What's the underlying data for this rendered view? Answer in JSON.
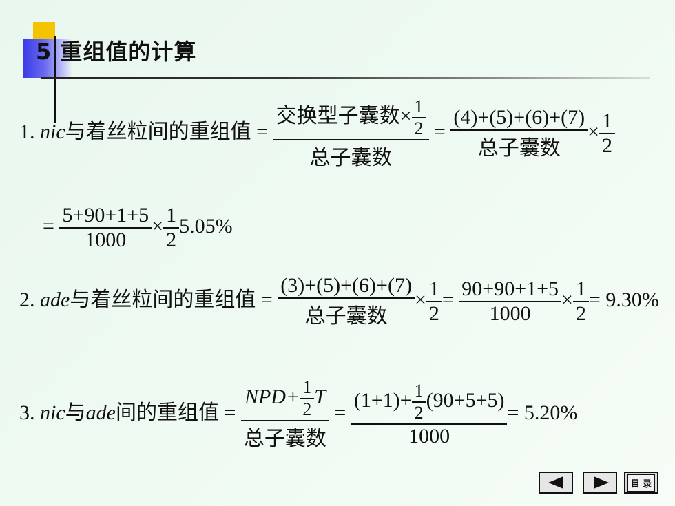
{
  "slide": {
    "title": "5 重组值的计算"
  },
  "eq1": {
    "prefix": "1. ",
    "var": "nic",
    "label": "与着丝粒间的重组值 =",
    "frac1_num": "交换型子囊数×",
    "frac1_num_frac_num": "1",
    "frac1_num_frac_den": "2",
    "frac1_den": "总子囊数",
    "eq": "=",
    "frac2_num": "(4)+(5)+(6)+(7)",
    "frac2_den": "总子囊数",
    "times": "×",
    "half_num": "1",
    "half_den": "2"
  },
  "eq1b": {
    "eq": "=",
    "frac_num": "5+90+1+5",
    "frac_den": "1000",
    "times": "×",
    "half_num": "1",
    "half_den": "2",
    "result": "5.05%"
  },
  "eq2": {
    "prefix": "2. ",
    "var": "ade",
    "label": "与着丝粒间的重组值 =",
    "frac1_num": "(3)+(5)+(6)+(7)",
    "frac1_den": "总子囊数",
    "times1": "×",
    "half1_num": "1",
    "half1_den": "2",
    "eq": "=",
    "frac2_num": "90+90+1+5",
    "frac2_den": "1000",
    "times2": "×",
    "half2_num": "1",
    "half2_den": "2",
    "result": "= 9.30%"
  },
  "eq3": {
    "prefix": "3. ",
    "var1": "nic",
    "mid": "与",
    "var2": "ade",
    "label": "间的重组值 =",
    "frac1_num_a": "NPD+",
    "frac1_num_half_num": "1",
    "frac1_num_half_den": "2",
    "frac1_num_b": "T",
    "frac1_den": "总子囊数",
    "eq": "=",
    "frac2_num_a": "(1+1)+",
    "frac2_num_half_num": "1",
    "frac2_num_half_den": "2",
    "frac2_num_b": "(90+5+5)",
    "frac2_den": "1000",
    "result": "= 5.20%"
  },
  "nav": {
    "menu_label": "目 录"
  }
}
